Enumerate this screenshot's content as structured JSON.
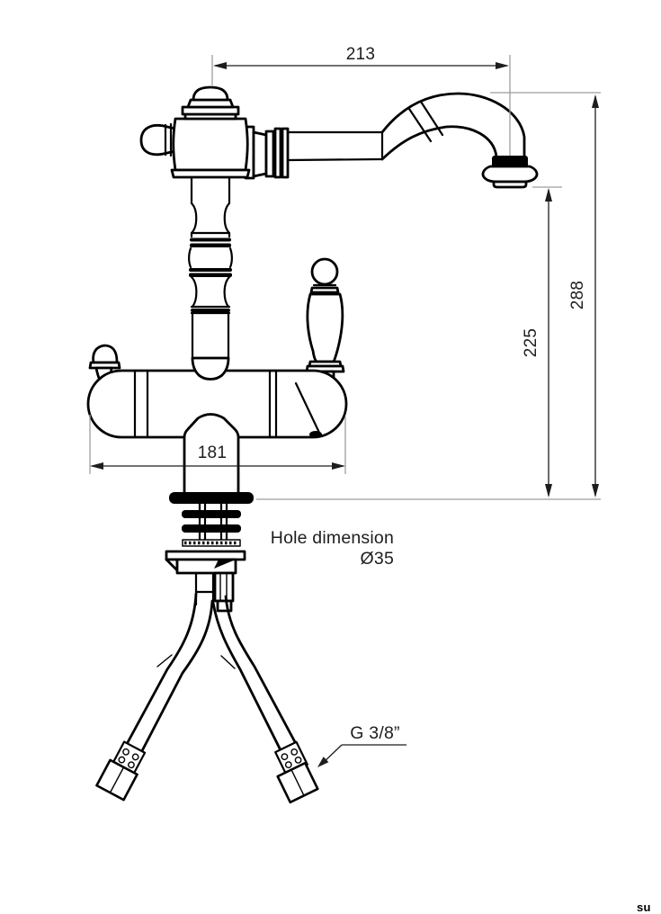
{
  "drawing": {
    "type": "faucet technical dimension drawing",
    "colors": {
      "background": "#ffffff",
      "line": "#000000",
      "dimension_line": "#1d1d1b",
      "extension_line": "#9d9d9c"
    },
    "dimensions": {
      "spout_reach": "213",
      "overall_height": "288",
      "spout_height": "225",
      "body_width": "181"
    },
    "labels": {
      "hole_dimension_title": "Hole dimension",
      "hole_dimension_value": "Ø35",
      "connection_thread": "G 3/8”",
      "watermark": "su"
    }
  }
}
